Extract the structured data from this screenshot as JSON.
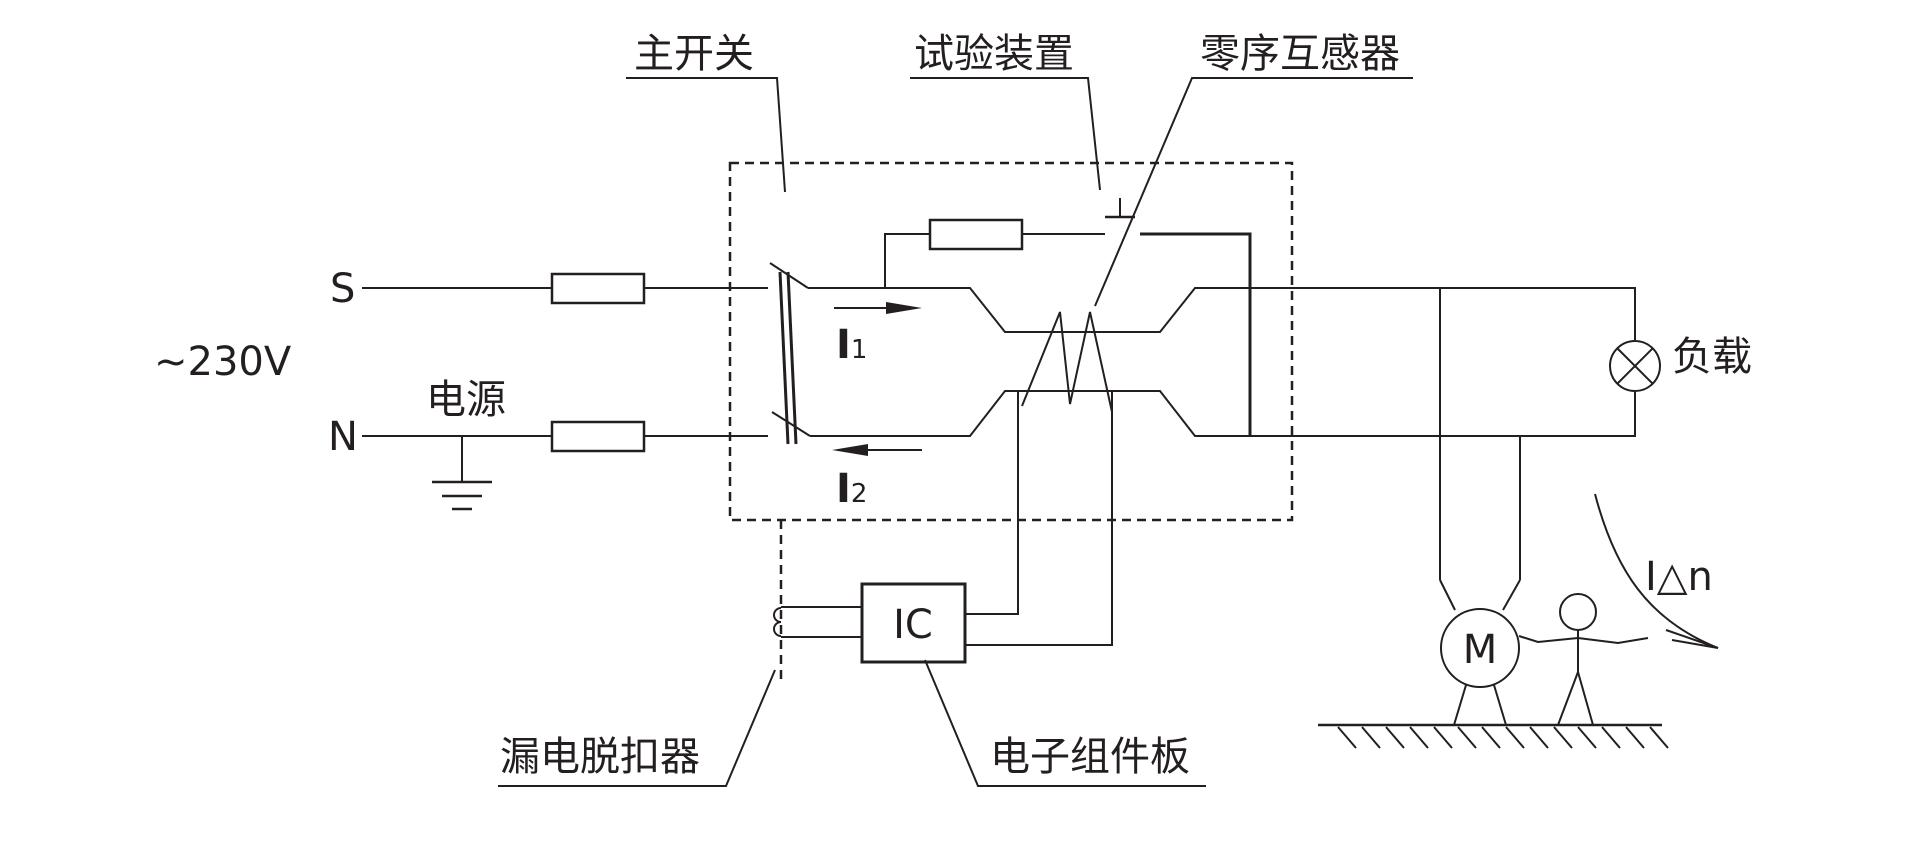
{
  "labels": {
    "main_switch": "主开关",
    "test_device": "试验装置",
    "zero_seq_ct": "零序互感器",
    "phase": "S",
    "neutral": "N",
    "voltage": "~230V",
    "power_source": "电源",
    "current1_main": "I",
    "current1_sub": "1",
    "current2_main": "I",
    "current2_sub": "2",
    "ic": "IC",
    "load": "负载",
    "motor": "M",
    "leakage_current": "I△n",
    "leakage_release": "漏电脱扣器",
    "electronic_board": "电子组件板"
  },
  "colors": {
    "line": "#231f20",
    "background": "#ffffff"
  }
}
